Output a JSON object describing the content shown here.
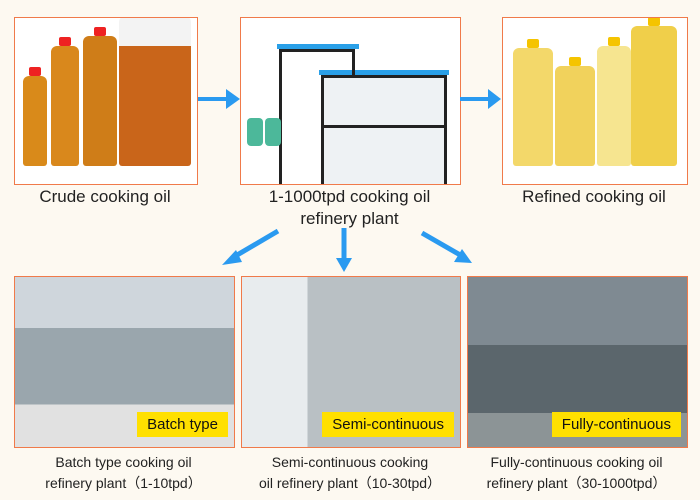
{
  "top": {
    "crude": {
      "label": "Crude cooking oil"
    },
    "plant": {
      "label": "1-1000tpd cooking oil refinery plant"
    },
    "refined": {
      "label": "Refined cooking oil"
    }
  },
  "bottom": [
    {
      "tag": "Batch type",
      "caption_line1": "Batch type cooking oil",
      "caption_line2": "refinery plant（1-10tpd）"
    },
    {
      "tag": "Semi-continuous",
      "caption_line1": "Semi-continuous cooking",
      "caption_line2": "oil refinery plant（10-30tpd）"
    },
    {
      "tag": "Fully-continuous",
      "caption_line1": "Fully-continuous cooking oil",
      "caption_line2": "refinery plant（30-1000tpd）"
    }
  ],
  "colors": {
    "border": "#f07a4a",
    "arrow": "#2a9af0",
    "tag": "#ffe000",
    "crude_oil": "#c9651a",
    "refined_oil": "#f3d86a"
  }
}
